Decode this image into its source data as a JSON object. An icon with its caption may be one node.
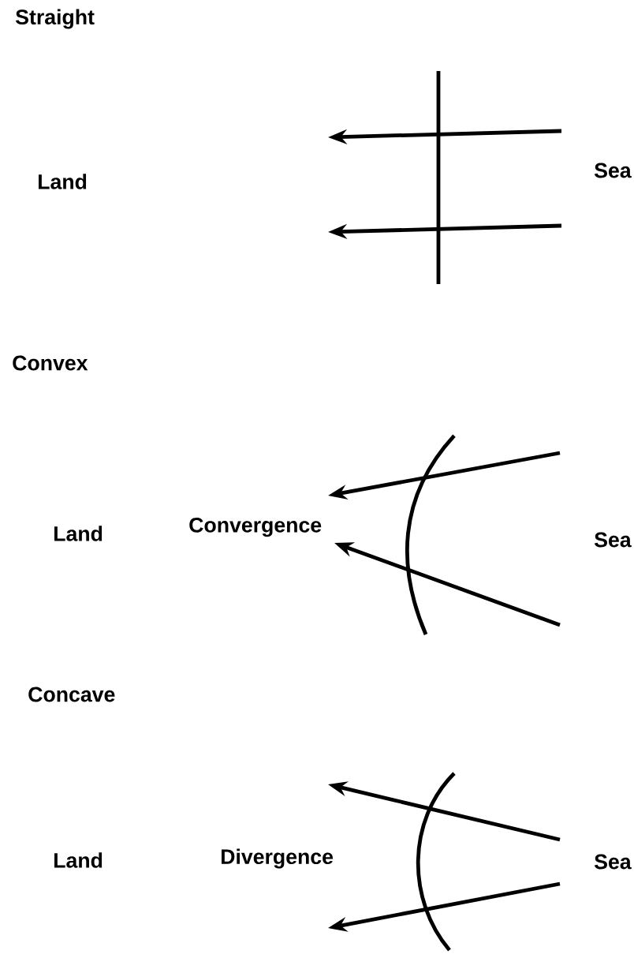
{
  "diagram": {
    "labels": [
      "Straight",
      "Land",
      "Sea",
      "Convex",
      "Land",
      "Convergence",
      "Sea",
      "Concave",
      "Land",
      "Divergence",
      "Sea"
    ]
  }
}
